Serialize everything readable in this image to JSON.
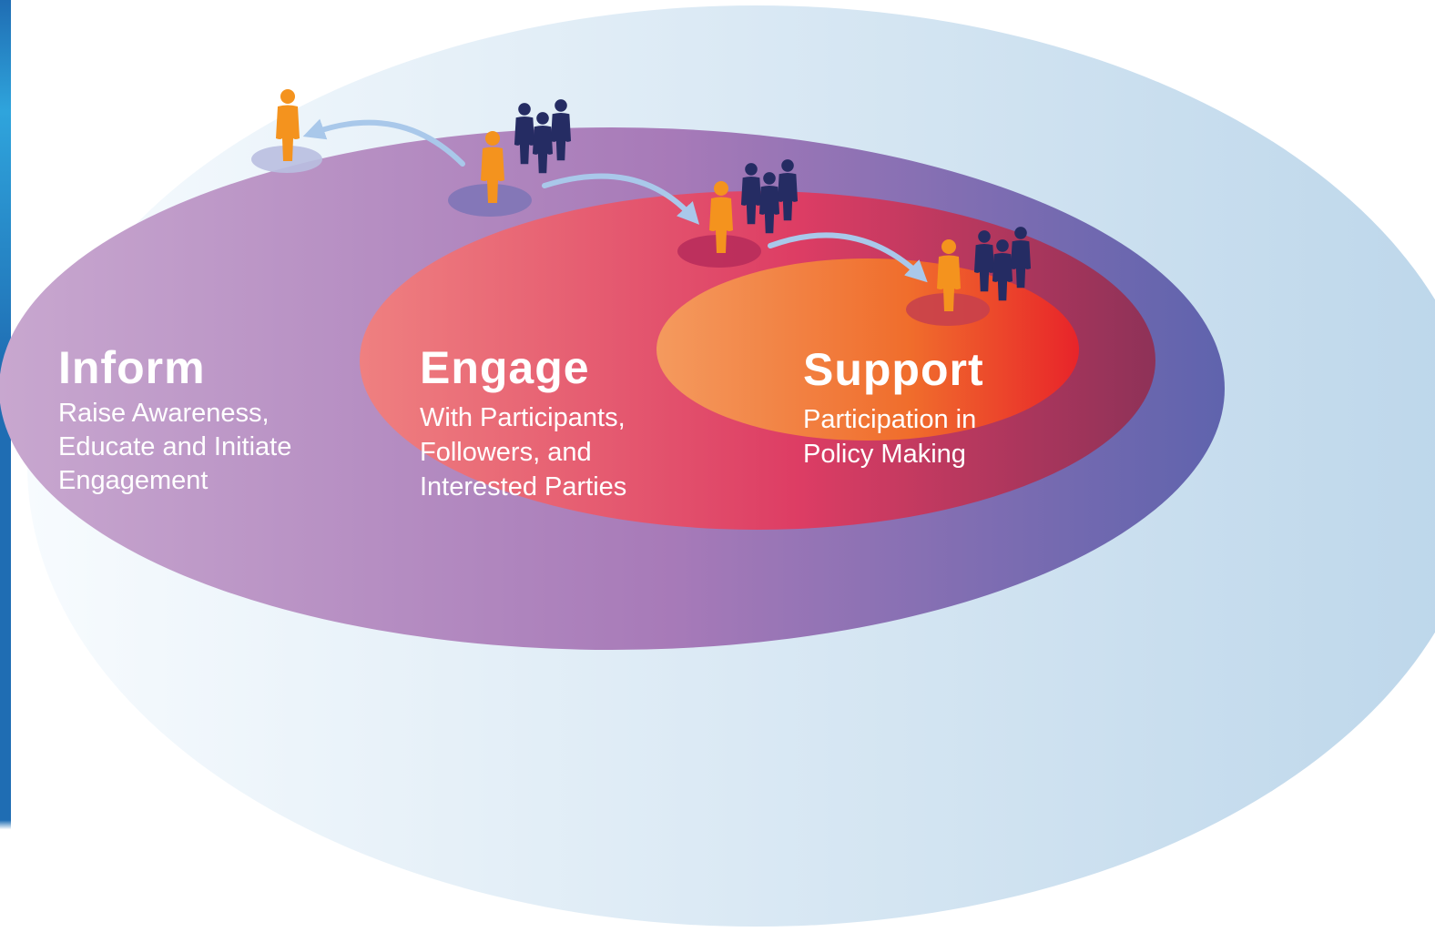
{
  "colors": {
    "outer_ellipse_left": "#f7fbfe",
    "outer_ellipse_right": "#bcd6ea",
    "inform_left": "#c8a7cf",
    "inform_mid": "#a77ab8",
    "inform_right": "#5f63ad",
    "engage_left": "#ef8080",
    "engage_mid": "#dd3d64",
    "engage_right": "#8e3258",
    "support_left": "#f49a5e",
    "support_mid": "#f06d2c",
    "support_right": "#e8242a",
    "person_orange": "#f4931e",
    "group_navy": "#252c63",
    "arrow": "#a9c8ea",
    "left_bar": "#1f6db3"
  },
  "stages": [
    {
      "id": "inform",
      "title": "Inform",
      "description": [
        "Raise Awareness,",
        "Educate and Initiate",
        "Engagement"
      ]
    },
    {
      "id": "engage",
      "title": "Engage",
      "description": [
        "With Participants,",
        "Followers, and",
        "Interested Parties"
      ]
    },
    {
      "id": "support",
      "title": "Support",
      "description": [
        "Participation in",
        "Policy Making"
      ]
    }
  ],
  "icons": [
    "person-icon",
    "group-icon",
    "curved-arrow-icon"
  ]
}
